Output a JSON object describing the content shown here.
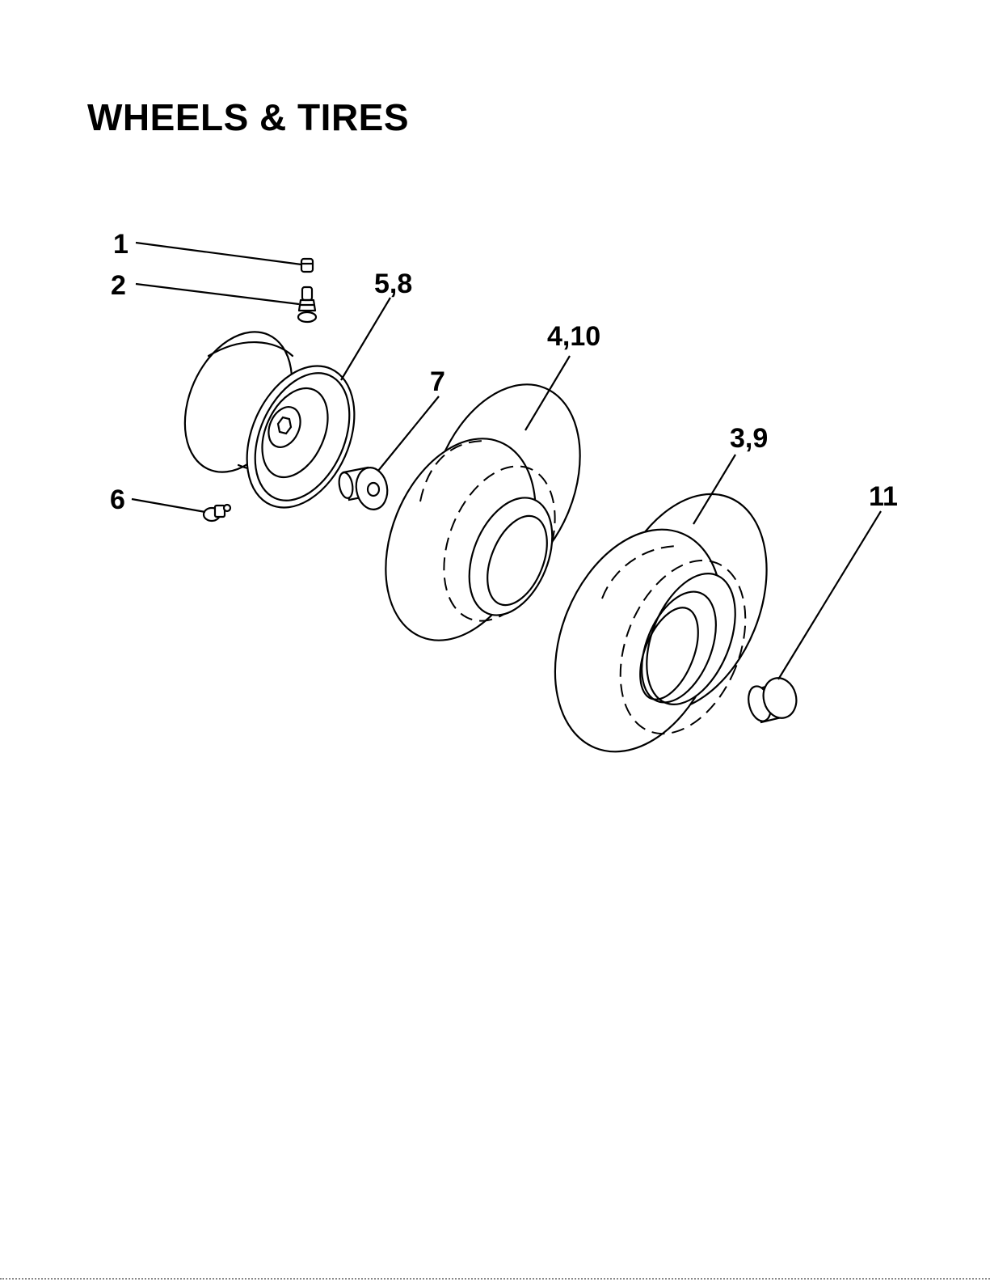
{
  "title": "WHEELS & TIRES",
  "callouts": {
    "c1": "1",
    "c2": "2",
    "c58": "5,8",
    "c410": "4,10",
    "c7": "7",
    "c39": "3,9",
    "c6": "6",
    "c11": "11"
  },
  "parts": [
    {
      "id": "1",
      "name": "valve-cap"
    },
    {
      "id": "2",
      "name": "valve-stem"
    },
    {
      "id": "3,9",
      "name": "rear-tire"
    },
    {
      "id": "4,10",
      "name": "front-tire"
    },
    {
      "id": "5,8",
      "name": "wheel-rim"
    },
    {
      "id": "6",
      "name": "grease-fitting"
    },
    {
      "id": "7",
      "name": "bushing"
    },
    {
      "id": "11",
      "name": "hub-cap"
    }
  ]
}
